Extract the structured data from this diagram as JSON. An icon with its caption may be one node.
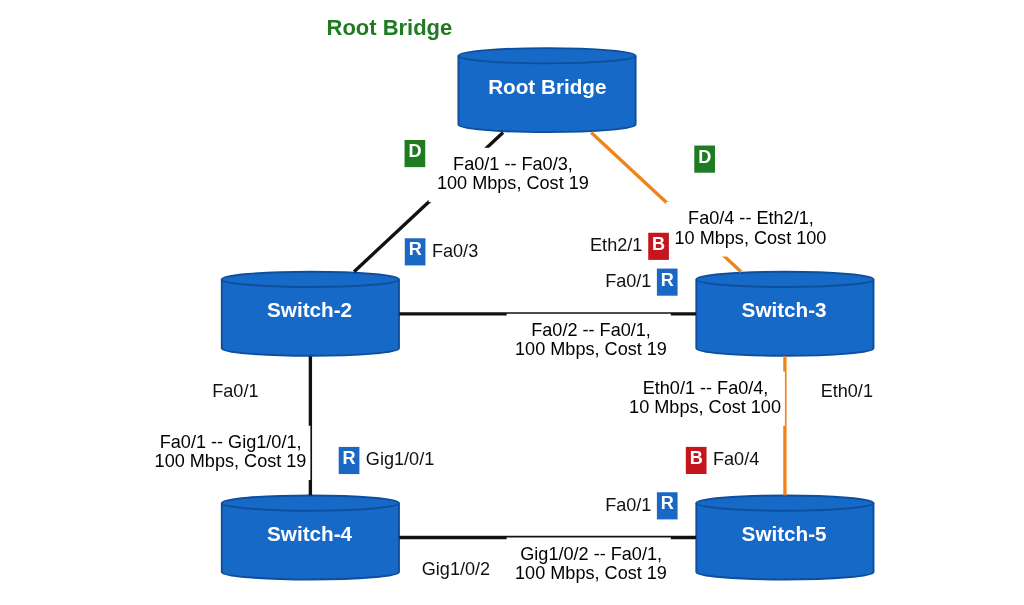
{
  "diagram": {
    "nodes": [
      {
        "text": [
          "Root Bridge",
          "Root Bridge"
        ],
        "beside": [
          "D",
          "D"
        ]
      },
      {
        "text": [
          "Switch-2"
        ],
        "beside": [
          "R",
          "Fa0/3",
          "Fa0/1"
        ]
      },
      {
        "text": [
          "Switch-3"
        ],
        "beside": [
          "Fa0/1",
          "R",
          "Eth2/1",
          "B",
          "Eth0/1"
        ]
      },
      {
        "text": [
          "Switch-4"
        ],
        "beside": [
          "R",
          "Gig1/0/1",
          "Gig1/0/2"
        ]
      },
      {
        "text": [
          "Switch-5"
        ],
        "beside": [
          "B",
          "Fa0/4",
          "Fa0/1",
          "R"
        ]
      }
    ],
    "edges": [
      {
        "from": 0,
        "to": 1,
        "arrow": "none",
        "label": "Fa0/1 -- Fa0/3, 100 Mbps, Cost 19"
      },
      {
        "from": 0,
        "to": 2,
        "arrow": "none",
        "label": "Fa0/4 -- Eth2/1, 10 Mbps, Cost 100",
        "color": "#f0841c"
      },
      {
        "from": 1,
        "to": 2,
        "arrow": "none",
        "label": "Fa0/2 -- Fa0/1, 100 Mbps, Cost 19"
      },
      {
        "from": 1,
        "to": 3,
        "arrow": "none",
        "label": "Fa0/1 -- Gig1/0/1, 100 Mbps, Cost 19"
      },
      {
        "from": 2,
        "to": 4,
        "arrow": "none",
        "label": "Eth0/1 -- Fa0/4, 10 Mbps, Cost 100",
        "color": "#f0841c"
      },
      {
        "from": 3,
        "to": 4,
        "arrow": "none",
        "label": "Gig1/0/2 -- Fa0/1, 100 Mbps, Cost 19"
      }
    ]
  }
}
